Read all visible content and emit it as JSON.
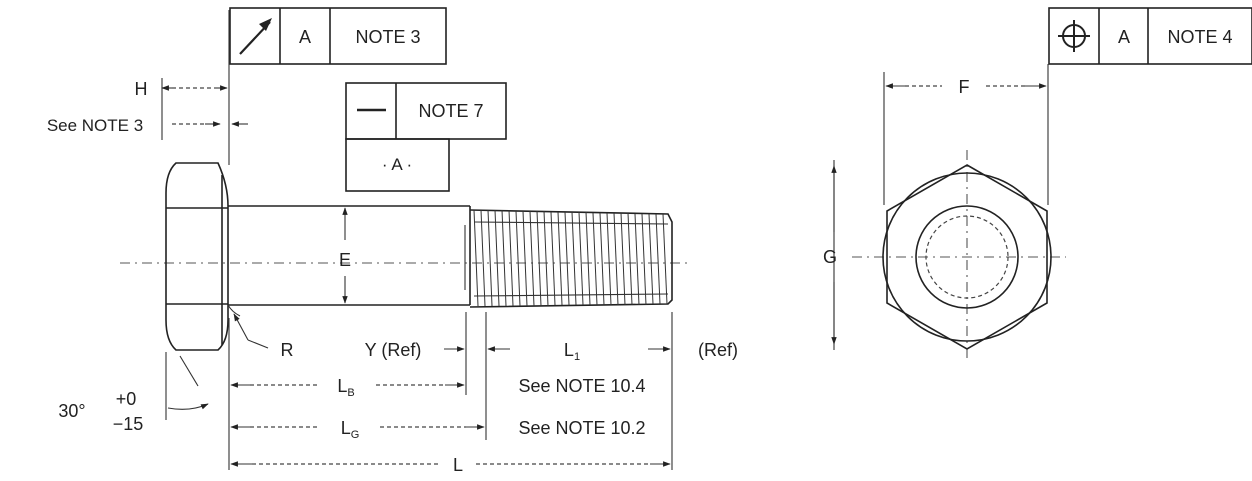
{
  "frame_top_left": {
    "symbol": "circular-runout-arrow",
    "datum": "A",
    "note": "NOTE 3"
  },
  "frame_straightness": {
    "symbol": "straightness-dash",
    "note": "NOTE 7"
  },
  "datum_box": {
    "label": "· A ·"
  },
  "frame_top_right": {
    "symbol": "position-crosshair",
    "datum": "A",
    "note": "NOTE 4"
  },
  "labels": {
    "h": "H",
    "see_note_3": "See NOTE 3",
    "e": "E",
    "r": "R",
    "y_ref": "Y (Ref)",
    "l1": "L",
    "l1_sub": "1",
    "ref": "(Ref)",
    "lb": "L",
    "lb_sub": "B",
    "see_note_10_4": "See NOTE 10.4",
    "lg": "L",
    "lg_sub": "G",
    "see_note_10_2": "See NOTE 10.2",
    "l": "L",
    "angle": "30°",
    "tol_plus": "+0",
    "tol_minus": "−15",
    "f": "F",
    "g": "G"
  }
}
